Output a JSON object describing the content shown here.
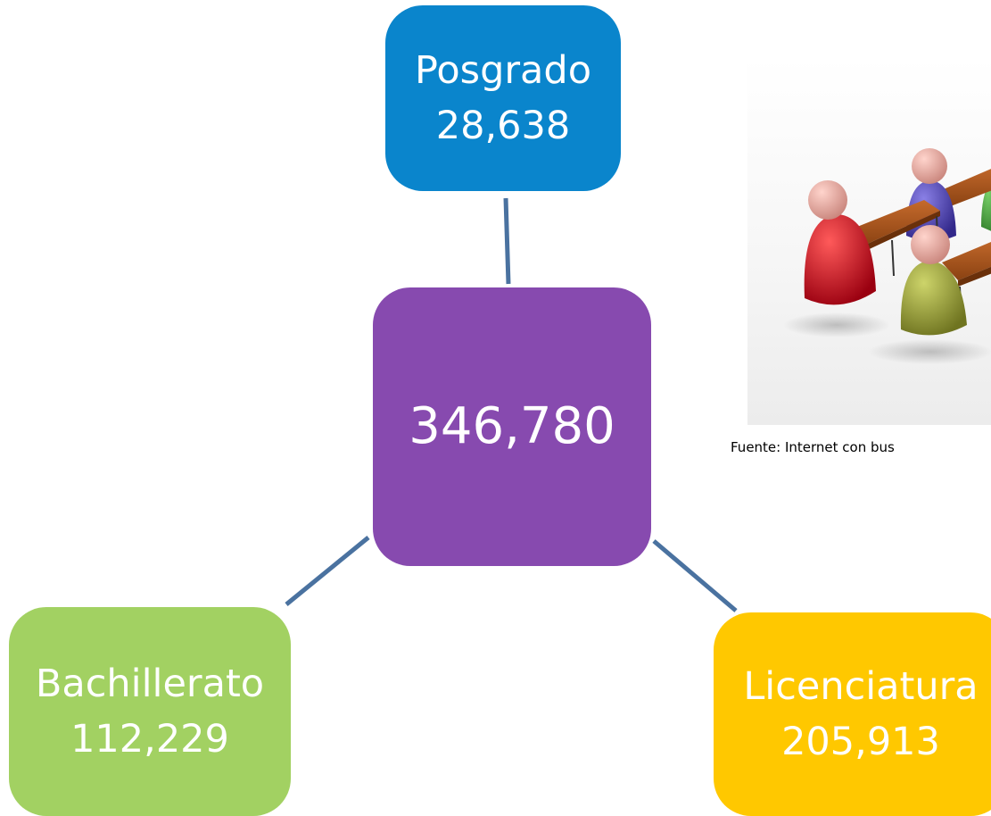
{
  "center": {
    "value": "346,780"
  },
  "nodes": {
    "top": {
      "label": "Posgrado",
      "value": "28,638"
    },
    "left": {
      "label": "Bachillerato",
      "value": "112,229"
    },
    "right": {
      "label": "Licenciatura",
      "value": "205,913"
    }
  },
  "colors": {
    "center": "#874aaf",
    "top": "#0a85cc",
    "left": "#a2d162",
    "right": "#ffc800",
    "connector": "#4a72a0"
  },
  "image": {
    "icon": "meeting-people-figures-icon"
  },
  "caption": "Fuente: Internet con bus"
}
